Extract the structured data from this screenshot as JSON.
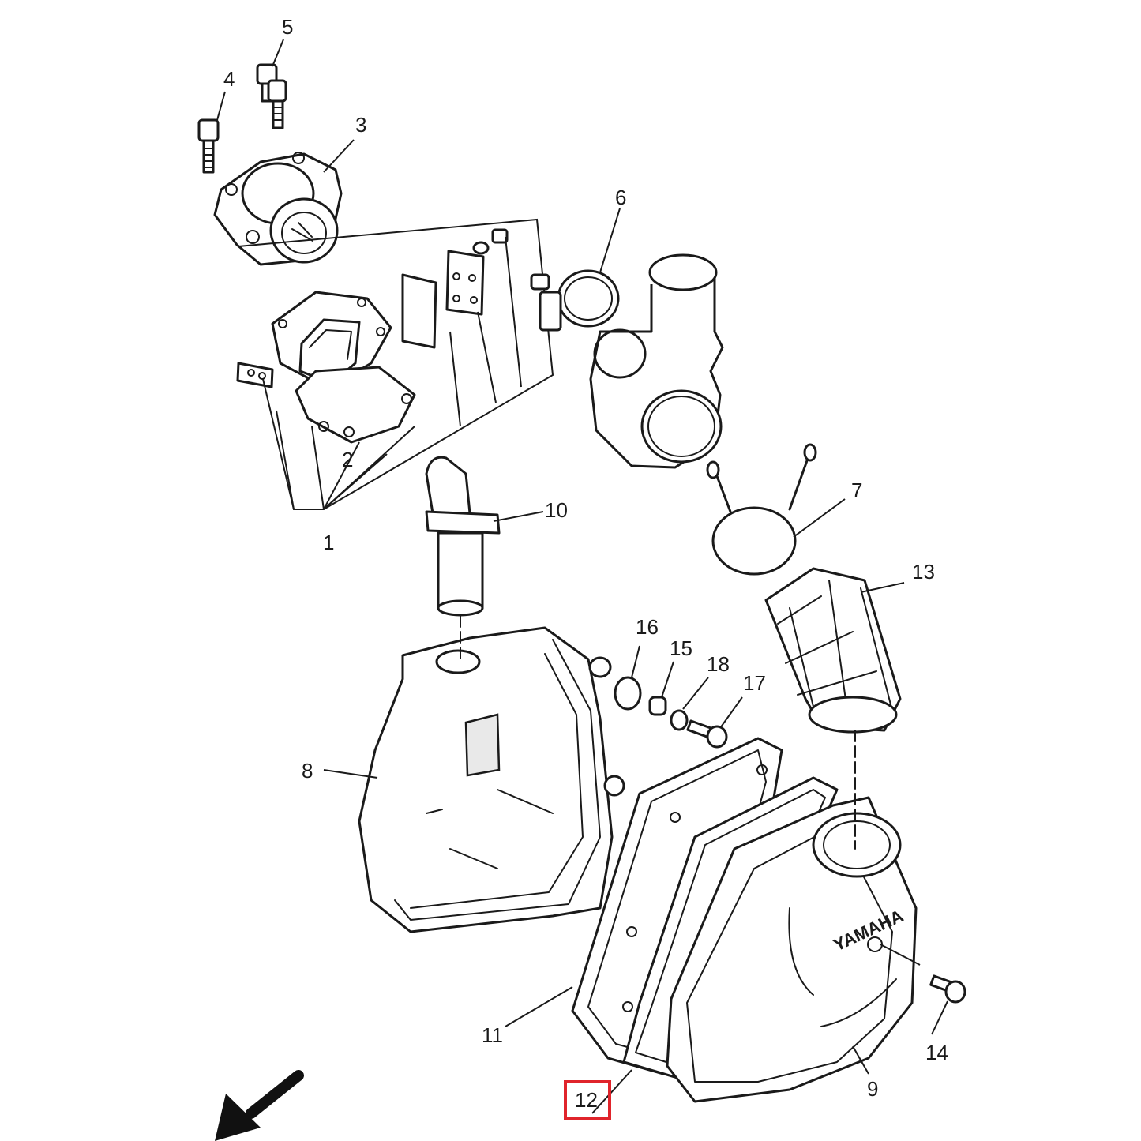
{
  "diagram": {
    "callouts": [
      "1",
      "2",
      "3",
      "4",
      "5",
      "6",
      "7",
      "8",
      "9",
      "10",
      "11",
      "12",
      "13",
      "14",
      "15",
      "16",
      "17",
      "18"
    ],
    "highlighted_callout": "12",
    "highlight_color": "#e0242b",
    "brand_marking": "YAMAHA",
    "line_color": "#1a1a1a"
  }
}
